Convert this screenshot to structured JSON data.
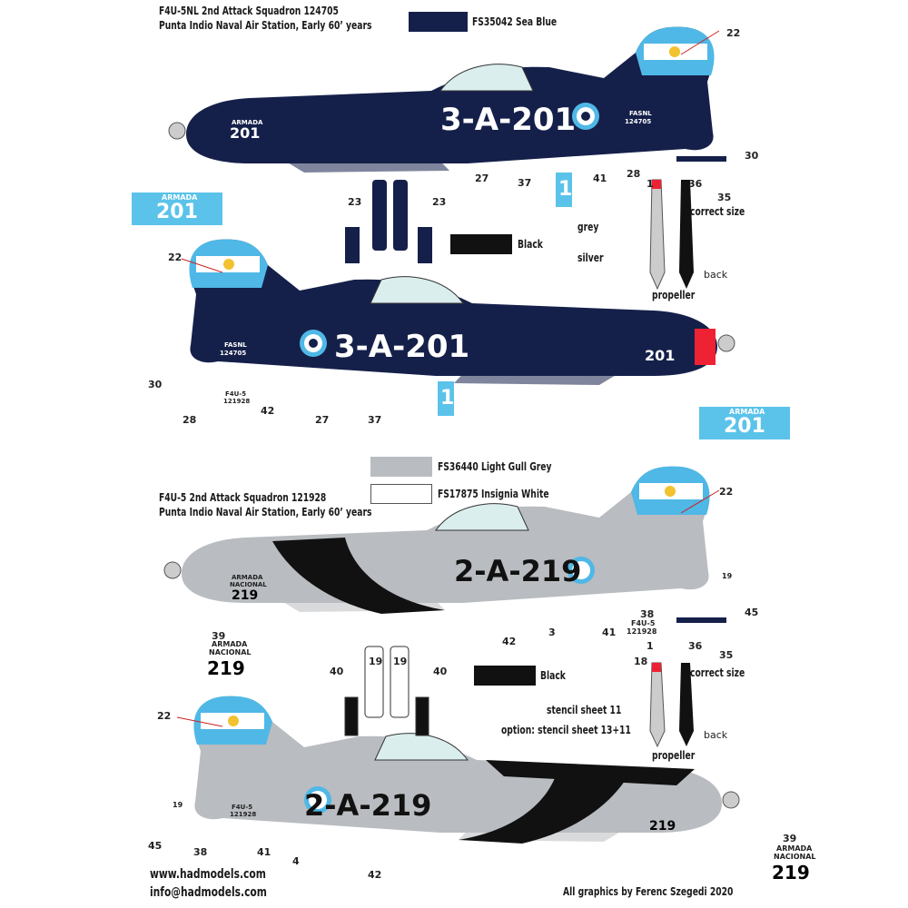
{
  "scheme1": {
    "title": "F4U-5NL 2nd Attack Squadron 124705",
    "subtitle": "Punta Indio Naval Air Station, Early 60’ years",
    "code": "3-A-201",
    "serial": "124705",
    "nose_label": "ARMADA",
    "nose_num": "201",
    "decal_num": "1",
    "decal_box_label": "ARMADA",
    "decal_box_num": "201",
    "callouts": [
      "22",
      "30",
      "35",
      "27",
      "37",
      "41",
      "28",
      "23",
      "23",
      "28",
      "42",
      "27",
      "37",
      "22",
      "30"
    ],
    "fsmall": "F4U-5",
    "fserial": "121928",
    "fasn": "FASNL"
  },
  "scheme2": {
    "title": "F4U-5 2nd Attack Squadron 121928",
    "subtitle": "Punta Indio Naval Air Station, Early 60’ years",
    "code": "2-A-219",
    "nose_label1": "ARMADA",
    "nose_label2": "NACIONAL",
    "nose_num": "219",
    "fsmall": "F4U-5",
    "fserial": "121928",
    "tail_num": "19",
    "callouts": [
      "22",
      "45",
      "35",
      "38",
      "39",
      "42",
      "3",
      "41",
      "40",
      "40",
      "22",
      "45",
      "38",
      "41",
      "4",
      "42",
      "39"
    ]
  },
  "legend": {
    "sea_blue": "FS35042 Sea Blue",
    "black": "Black",
    "light_gull_grey": "FS36440 Light Gull Grey",
    "insignia_white": "FS17875 Insignia White",
    "black2": "Black"
  },
  "propeller1": {
    "num1": "1",
    "num2": "36",
    "grey": "grey",
    "silver": "silver",
    "label": "propeller",
    "back": "back",
    "correct_size": "correct size"
  },
  "propeller2": {
    "num1": "1",
    "num2": "36",
    "num3": "18",
    "stencil": "stencil sheet 11",
    "option": "option: stencil sheet 13+11",
    "label": "propeller",
    "back": "back",
    "correct_size": "correct size"
  },
  "footer": {
    "web": "www.hadmodels.com",
    "email": "info@hadmodels.com",
    "credit": "All graphics by Ferenc Szegedi 2020"
  },
  "colors": {
    "sea_blue": "#15204a",
    "grey": "#b9bcc0",
    "black": "#111111",
    "light_blue": "#4fb8e6",
    "decal_blue": "#5bc3ea"
  }
}
